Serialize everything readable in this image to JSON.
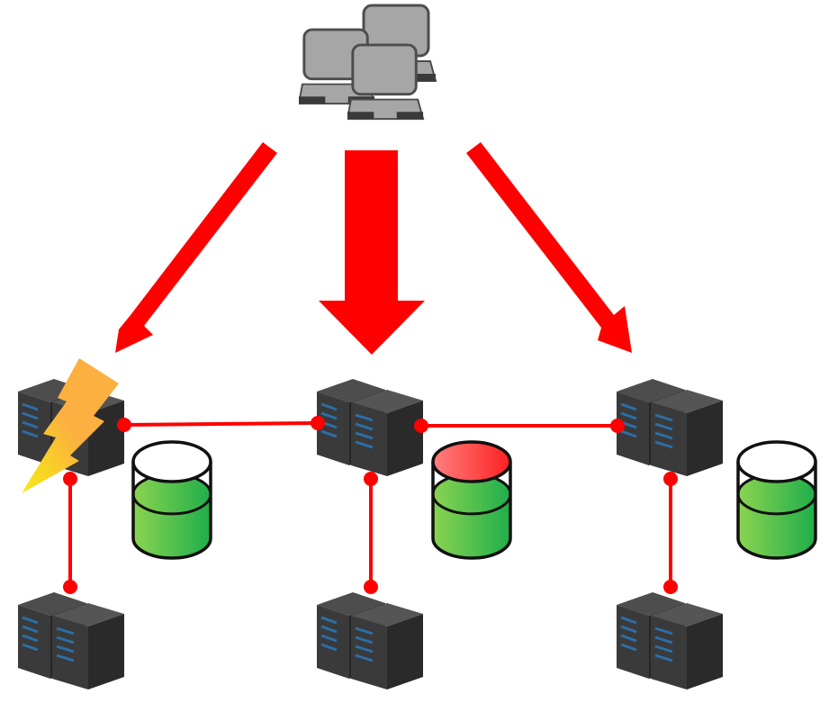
{
  "diagram": {
    "colors": {
      "arrow": "#ff0000",
      "link": "#ff0000",
      "server_front": "#3a3a3a",
      "server_side": "#262626",
      "server_top": "#4d4d4d",
      "server_led": "#2b6fa8",
      "client": "#a6a6a6",
      "client_outline": "#4d4d4d",
      "storage_fill_start": "#8bd450",
      "storage_fill_end": "#1fae4b",
      "storage_alert": "#ff4d4d",
      "lightning": "#fbb040",
      "lightning_tip": "#f7ec13"
    },
    "clients": {
      "icon": "laptop-group-icon",
      "count": 3
    },
    "clusters": [
      {
        "primary_status": "failed",
        "primary_icon": "lightning-icon",
        "storage_status": "normal",
        "storage_level": 0.55
      },
      {
        "primary_status": "normal",
        "storage_status": "alert",
        "storage_level": 0.55
      },
      {
        "primary_status": "normal",
        "storage_status": "normal",
        "storage_level": 0.55
      }
    ]
  }
}
